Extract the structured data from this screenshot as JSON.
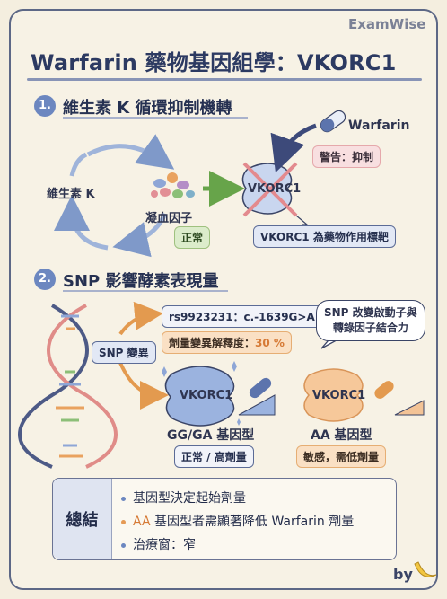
{
  "brand": "ExamWise",
  "title": "Warfarin 藥物基因組學：VKORC1",
  "sections": [
    {
      "number": "1.",
      "title": "維生素 K 循環抑制機轉"
    },
    {
      "number": "2.",
      "title": "SNP 影響酵素表現量"
    }
  ],
  "cycle": {
    "vitamin_k": "維生素 K",
    "clotting_factors": "凝血因子",
    "clotting_status": "正常",
    "drug": "Warfarin",
    "warning": "警告：抑制",
    "enzyme": "VKORC1",
    "target_note": "VKORC1 為藥物作用標靶"
  },
  "snp": {
    "variant_label": "SNP 變異",
    "rsid": "rs9923231：c.-1639G>A",
    "variance_prefix": "劑量變異解釋度：",
    "variance_value": "30 %",
    "bubble_line1": "SNP 改變啟動子與",
    "bubble_line2": "轉錄因子結合力",
    "enzyme_label": "VKORC1",
    "genotype_gg": "GG/GA 基因型",
    "genotype_gg_note": "正常 / 高劑量",
    "genotype_aa": "AA 基因型",
    "genotype_aa_note": "敏感，需低劑量"
  },
  "summary": {
    "label": "總結",
    "item1": "基因型決定起始劑量",
    "item2_prefix": "AA",
    "item2_rest": " 基因型者需顯著降低 Warfarin 劑量",
    "item3": "治療窗：窄"
  },
  "footer": {
    "by": "by"
  },
  "colors": {
    "accent": "#6c87c0",
    "warning": "#e5a8ab",
    "normal": "#9fc17f",
    "aa_orange": "#e59a55",
    "enzyme_blue": "#8ea6d6"
  }
}
